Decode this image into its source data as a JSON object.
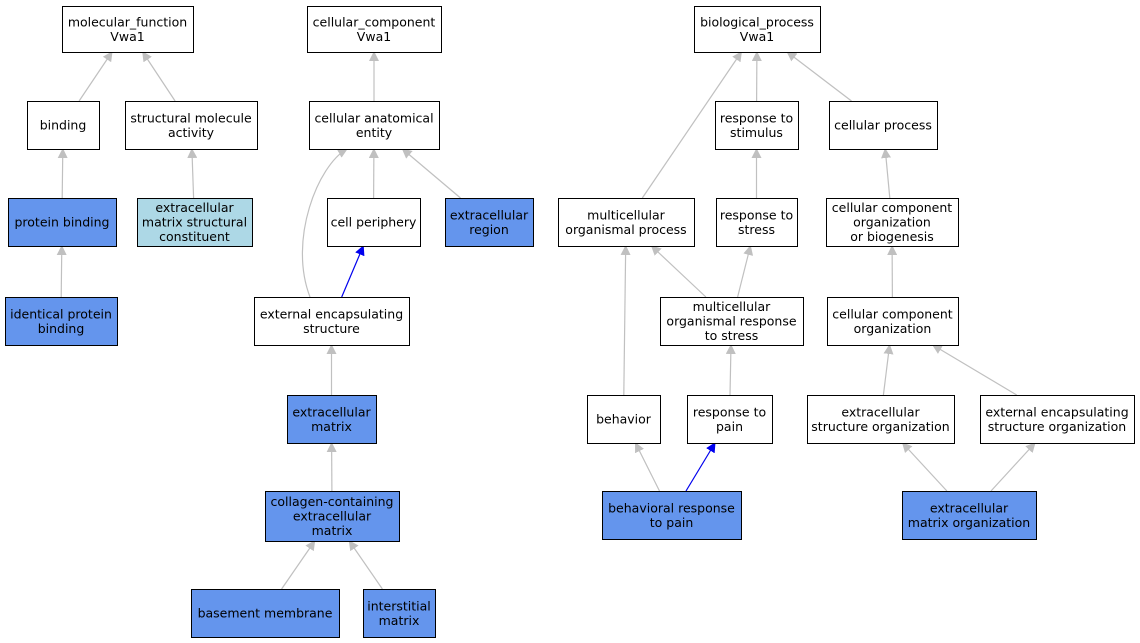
{
  "colors": {
    "plain": "#ffffff",
    "highlight": "#6495ed",
    "light": "#add8e6",
    "edge_default": "#c0c0c0",
    "edge_emphasis": "#0000ee"
  },
  "nodes": [
    {
      "id": "mf_root",
      "lines": [
        "molecular_function",
        "Vwa1"
      ],
      "style": "plain"
    },
    {
      "id": "cc_root",
      "lines": [
        "cellular_component",
        "Vwa1"
      ],
      "style": "plain"
    },
    {
      "id": "bp_root",
      "lines": [
        "biological_process",
        "Vwa1"
      ],
      "style": "plain"
    },
    {
      "id": "binding",
      "lines": [
        "binding"
      ],
      "style": "plain"
    },
    {
      "id": "struct_mol",
      "lines": [
        "structural molecule",
        "activity"
      ],
      "style": "plain"
    },
    {
      "id": "cell_anat",
      "lines": [
        "cellular anatomical",
        "entity"
      ],
      "style": "plain"
    },
    {
      "id": "resp_stim",
      "lines": [
        "response to",
        "stimulus"
      ],
      "style": "plain"
    },
    {
      "id": "cell_proc",
      "lines": [
        "cellular process"
      ],
      "style": "plain"
    },
    {
      "id": "prot_bind",
      "lines": [
        "protein binding"
      ],
      "style": "highlight"
    },
    {
      "id": "ecm_struct",
      "lines": [
        "extracellular",
        "matrix structural",
        "constituent"
      ],
      "style": "light"
    },
    {
      "id": "cell_periph",
      "lines": [
        "cell periphery"
      ],
      "style": "plain"
    },
    {
      "id": "ec_region",
      "lines": [
        "extracellular",
        "region"
      ],
      "style": "highlight"
    },
    {
      "id": "multi_proc",
      "lines": [
        "multicellular",
        "organismal process"
      ],
      "style": "plain"
    },
    {
      "id": "resp_stress",
      "lines": [
        "response to",
        "stress"
      ],
      "style": "plain"
    },
    {
      "id": "cc_org_bio",
      "lines": [
        "cellular component",
        "organization",
        "or biogenesis"
      ],
      "style": "plain"
    },
    {
      "id": "ident_prot",
      "lines": [
        "identical protein",
        "binding"
      ],
      "style": "highlight"
    },
    {
      "id": "ext_encap",
      "lines": [
        "external encapsulating",
        "structure"
      ],
      "style": "plain"
    },
    {
      "id": "multi_resp",
      "lines": [
        "multicellular",
        "organismal response",
        "to stress"
      ],
      "style": "plain"
    },
    {
      "id": "cc_org",
      "lines": [
        "cellular component",
        "organization"
      ],
      "style": "plain"
    },
    {
      "id": "ec_matrix",
      "lines": [
        "extracellular",
        "matrix"
      ],
      "style": "highlight"
    },
    {
      "id": "behavior",
      "lines": [
        "behavior"
      ],
      "style": "plain"
    },
    {
      "id": "resp_pain",
      "lines": [
        "response to",
        "pain"
      ],
      "style": "plain"
    },
    {
      "id": "ec_struct_org",
      "lines": [
        "extracellular",
        "structure organization"
      ],
      "style": "plain"
    },
    {
      "id": "ext_encap_org",
      "lines": [
        "external encapsulating",
        "structure organization"
      ],
      "style": "plain"
    },
    {
      "id": "collagen",
      "lines": [
        "collagen-containing",
        "extracellular",
        "matrix"
      ],
      "style": "highlight"
    },
    {
      "id": "behav_pain",
      "lines": [
        "behavioral response",
        "to pain"
      ],
      "style": "highlight"
    },
    {
      "id": "ecm_org",
      "lines": [
        "extracellular",
        "matrix organization"
      ],
      "style": "highlight"
    },
    {
      "id": "basement",
      "lines": [
        "basement membrane"
      ],
      "style": "highlight"
    },
    {
      "id": "interstitial",
      "lines": [
        "interstitial",
        "matrix"
      ],
      "style": "highlight"
    }
  ],
  "edges": [
    {
      "from": "binding",
      "to": "mf_root",
      "kind": "default"
    },
    {
      "from": "struct_mol",
      "to": "mf_root",
      "kind": "default"
    },
    {
      "from": "prot_bind",
      "to": "binding",
      "kind": "default"
    },
    {
      "from": "ecm_struct",
      "to": "struct_mol",
      "kind": "default"
    },
    {
      "from": "ident_prot",
      "to": "prot_bind",
      "kind": "default"
    },
    {
      "from": "cell_anat",
      "to": "cc_root",
      "kind": "default"
    },
    {
      "from": "cell_periph",
      "to": "cell_anat",
      "kind": "default"
    },
    {
      "from": "ec_region",
      "to": "cell_anat",
      "kind": "default"
    },
    {
      "from": "ext_encap",
      "to": "cell_anat",
      "kind": "default"
    },
    {
      "from": "ext_encap",
      "to": "cell_periph",
      "kind": "emphasis"
    },
    {
      "from": "ec_matrix",
      "to": "ext_encap",
      "kind": "default"
    },
    {
      "from": "collagen",
      "to": "ec_matrix",
      "kind": "default"
    },
    {
      "from": "basement",
      "to": "collagen",
      "kind": "default"
    },
    {
      "from": "interstitial",
      "to": "collagen",
      "kind": "default"
    },
    {
      "from": "multi_proc",
      "to": "bp_root",
      "kind": "default"
    },
    {
      "from": "resp_stim",
      "to": "bp_root",
      "kind": "default"
    },
    {
      "from": "cell_proc",
      "to": "bp_root",
      "kind": "default"
    },
    {
      "from": "resp_stress",
      "to": "resp_stim",
      "kind": "default"
    },
    {
      "from": "multi_resp",
      "to": "multi_proc",
      "kind": "default"
    },
    {
      "from": "multi_resp",
      "to": "resp_stress",
      "kind": "default"
    },
    {
      "from": "behavior",
      "to": "multi_proc",
      "kind": "default"
    },
    {
      "from": "resp_pain",
      "to": "multi_resp",
      "kind": "default"
    },
    {
      "from": "behav_pain",
      "to": "behavior",
      "kind": "default"
    },
    {
      "from": "behav_pain",
      "to": "resp_pain",
      "kind": "emphasis"
    },
    {
      "from": "cc_org_bio",
      "to": "cell_proc",
      "kind": "default"
    },
    {
      "from": "cc_org",
      "to": "cc_org_bio",
      "kind": "default"
    },
    {
      "from": "ec_struct_org",
      "to": "cc_org",
      "kind": "default"
    },
    {
      "from": "ext_encap_org",
      "to": "cc_org",
      "kind": "default"
    },
    {
      "from": "ecm_org",
      "to": "ec_struct_org",
      "kind": "default"
    },
    {
      "from": "ecm_org",
      "to": "ext_encap_org",
      "kind": "default"
    }
  ]
}
